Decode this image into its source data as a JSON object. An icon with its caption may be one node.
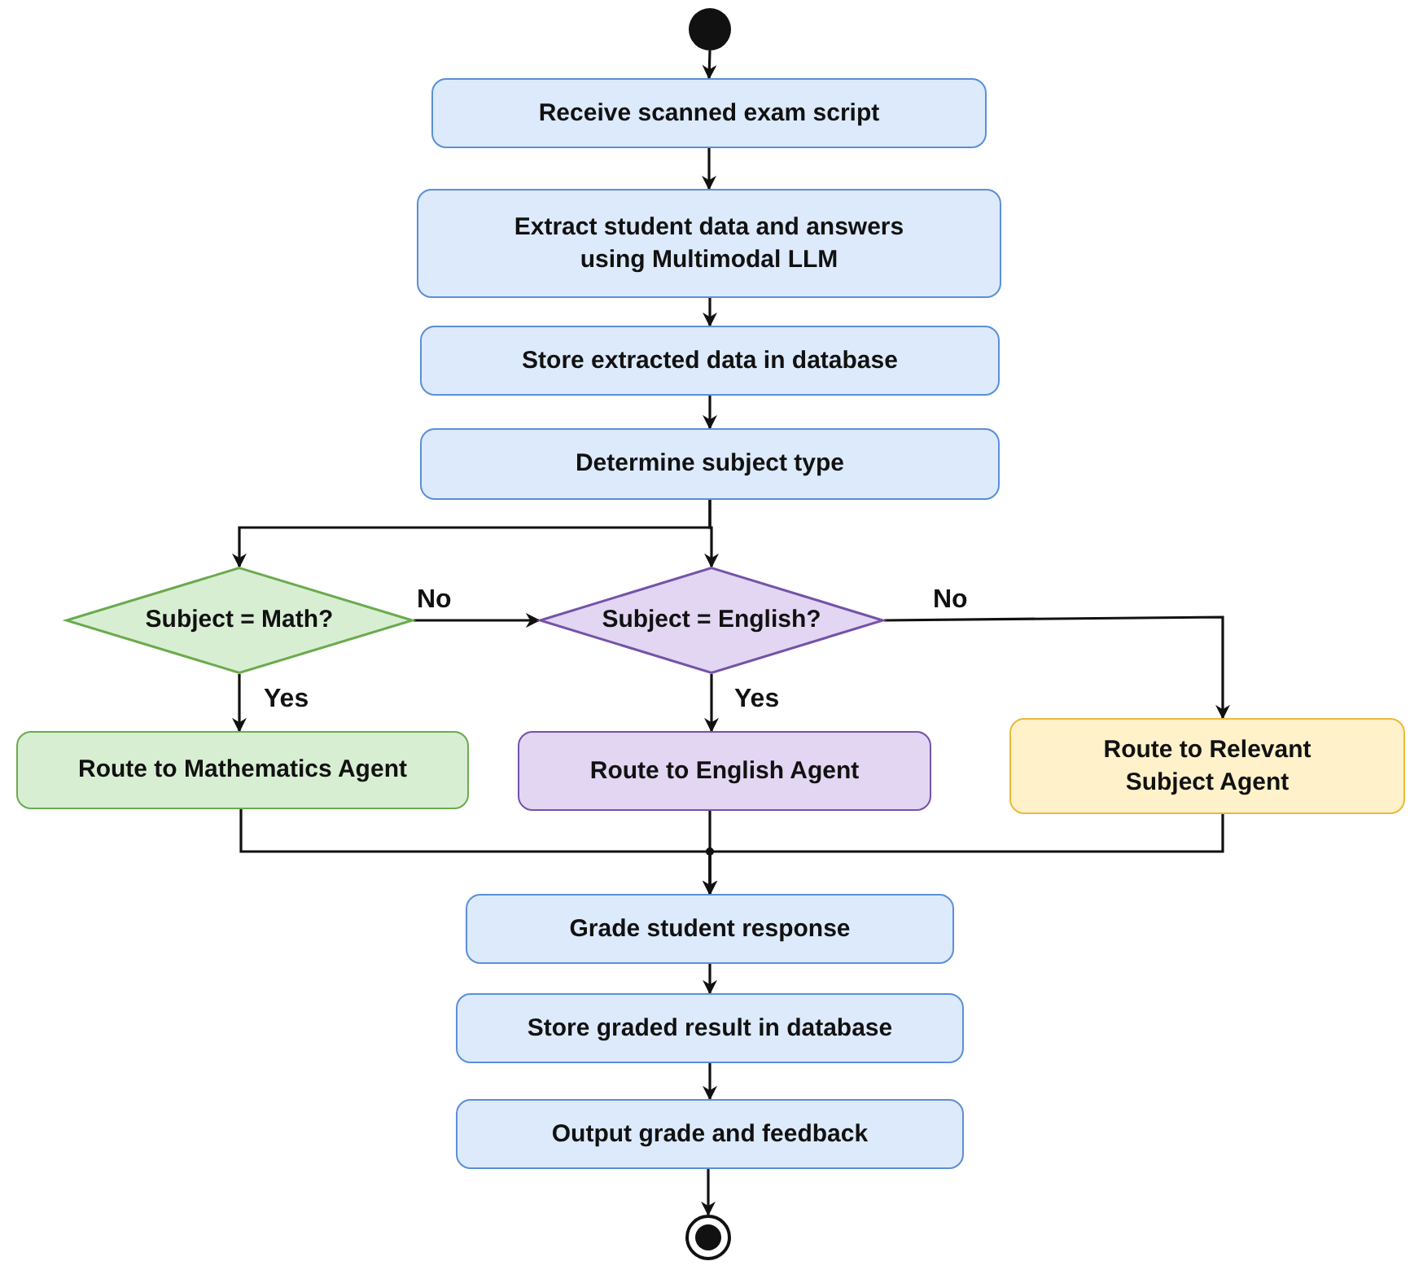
{
  "diagram": {
    "nodes": [
      {
        "text": [],
        "shape": "circle"
      },
      {
        "text": [
          "Receive scanned exam script"
        ]
      },
      {
        "text": [
          "Extract student data and answers using Multimodal LLM"
        ]
      },
      {
        "text": [
          "Store extracted data in database"
        ]
      },
      {
        "text": [
          "Determine subject type"
        ]
      },
      {
        "text": [
          "Subject = Math?"
        ]
      },
      {
        "text": [
          "Subject = English?"
        ]
      },
      {
        "text": [
          "Route to Mathematics Agent"
        ]
      },
      {
        "text": [
          "Route to English Agent"
        ]
      },
      {
        "text": [
          "Route to Relevant Subject Agent"
        ]
      },
      {
        "text": [
          "Grade student response"
        ]
      },
      {
        "text": [
          "Store graded result in database"
        ]
      },
      {
        "text": [
          "Output grade and feedback"
        ]
      },
      {
        "text": [],
        "shape": "circle"
      }
    ],
    "edges": [
      {
        "from": 0,
        "to": 1,
        "arrow": "to"
      },
      {
        "from": 1,
        "to": 2,
        "arrow": "to"
      },
      {
        "from": 2,
        "to": 3,
        "arrow": "to"
      },
      {
        "from": 3,
        "to": 4,
        "arrow": "to"
      },
      {
        "from": 4,
        "to": 5,
        "arrow": "to"
      },
      {
        "from": 4,
        "to": 6,
        "arrow": "to"
      },
      {
        "from": 5,
        "to": 6,
        "label": "No",
        "arrow": "to"
      },
      {
        "from": 5,
        "to": 7,
        "label": "Yes",
        "arrow": "to"
      },
      {
        "from": 6,
        "to": 8,
        "label": "Yes",
        "arrow": "to"
      },
      {
        "from": 6,
        "to": 9,
        "label": "No",
        "arrow": "to"
      },
      {
        "from": 7,
        "to": 10,
        "arrow": "to"
      },
      {
        "from": 8,
        "to": 10,
        "arrow": "to"
      },
      {
        "from": 9,
        "to": 10,
        "arrow": "to"
      },
      {
        "from": 10,
        "to": 11,
        "arrow": "to"
      },
      {
        "from": 11,
        "to": 12,
        "arrow": "to"
      },
      {
        "from": 12,
        "to": 13,
        "arrow": "to"
      }
    ]
  }
}
